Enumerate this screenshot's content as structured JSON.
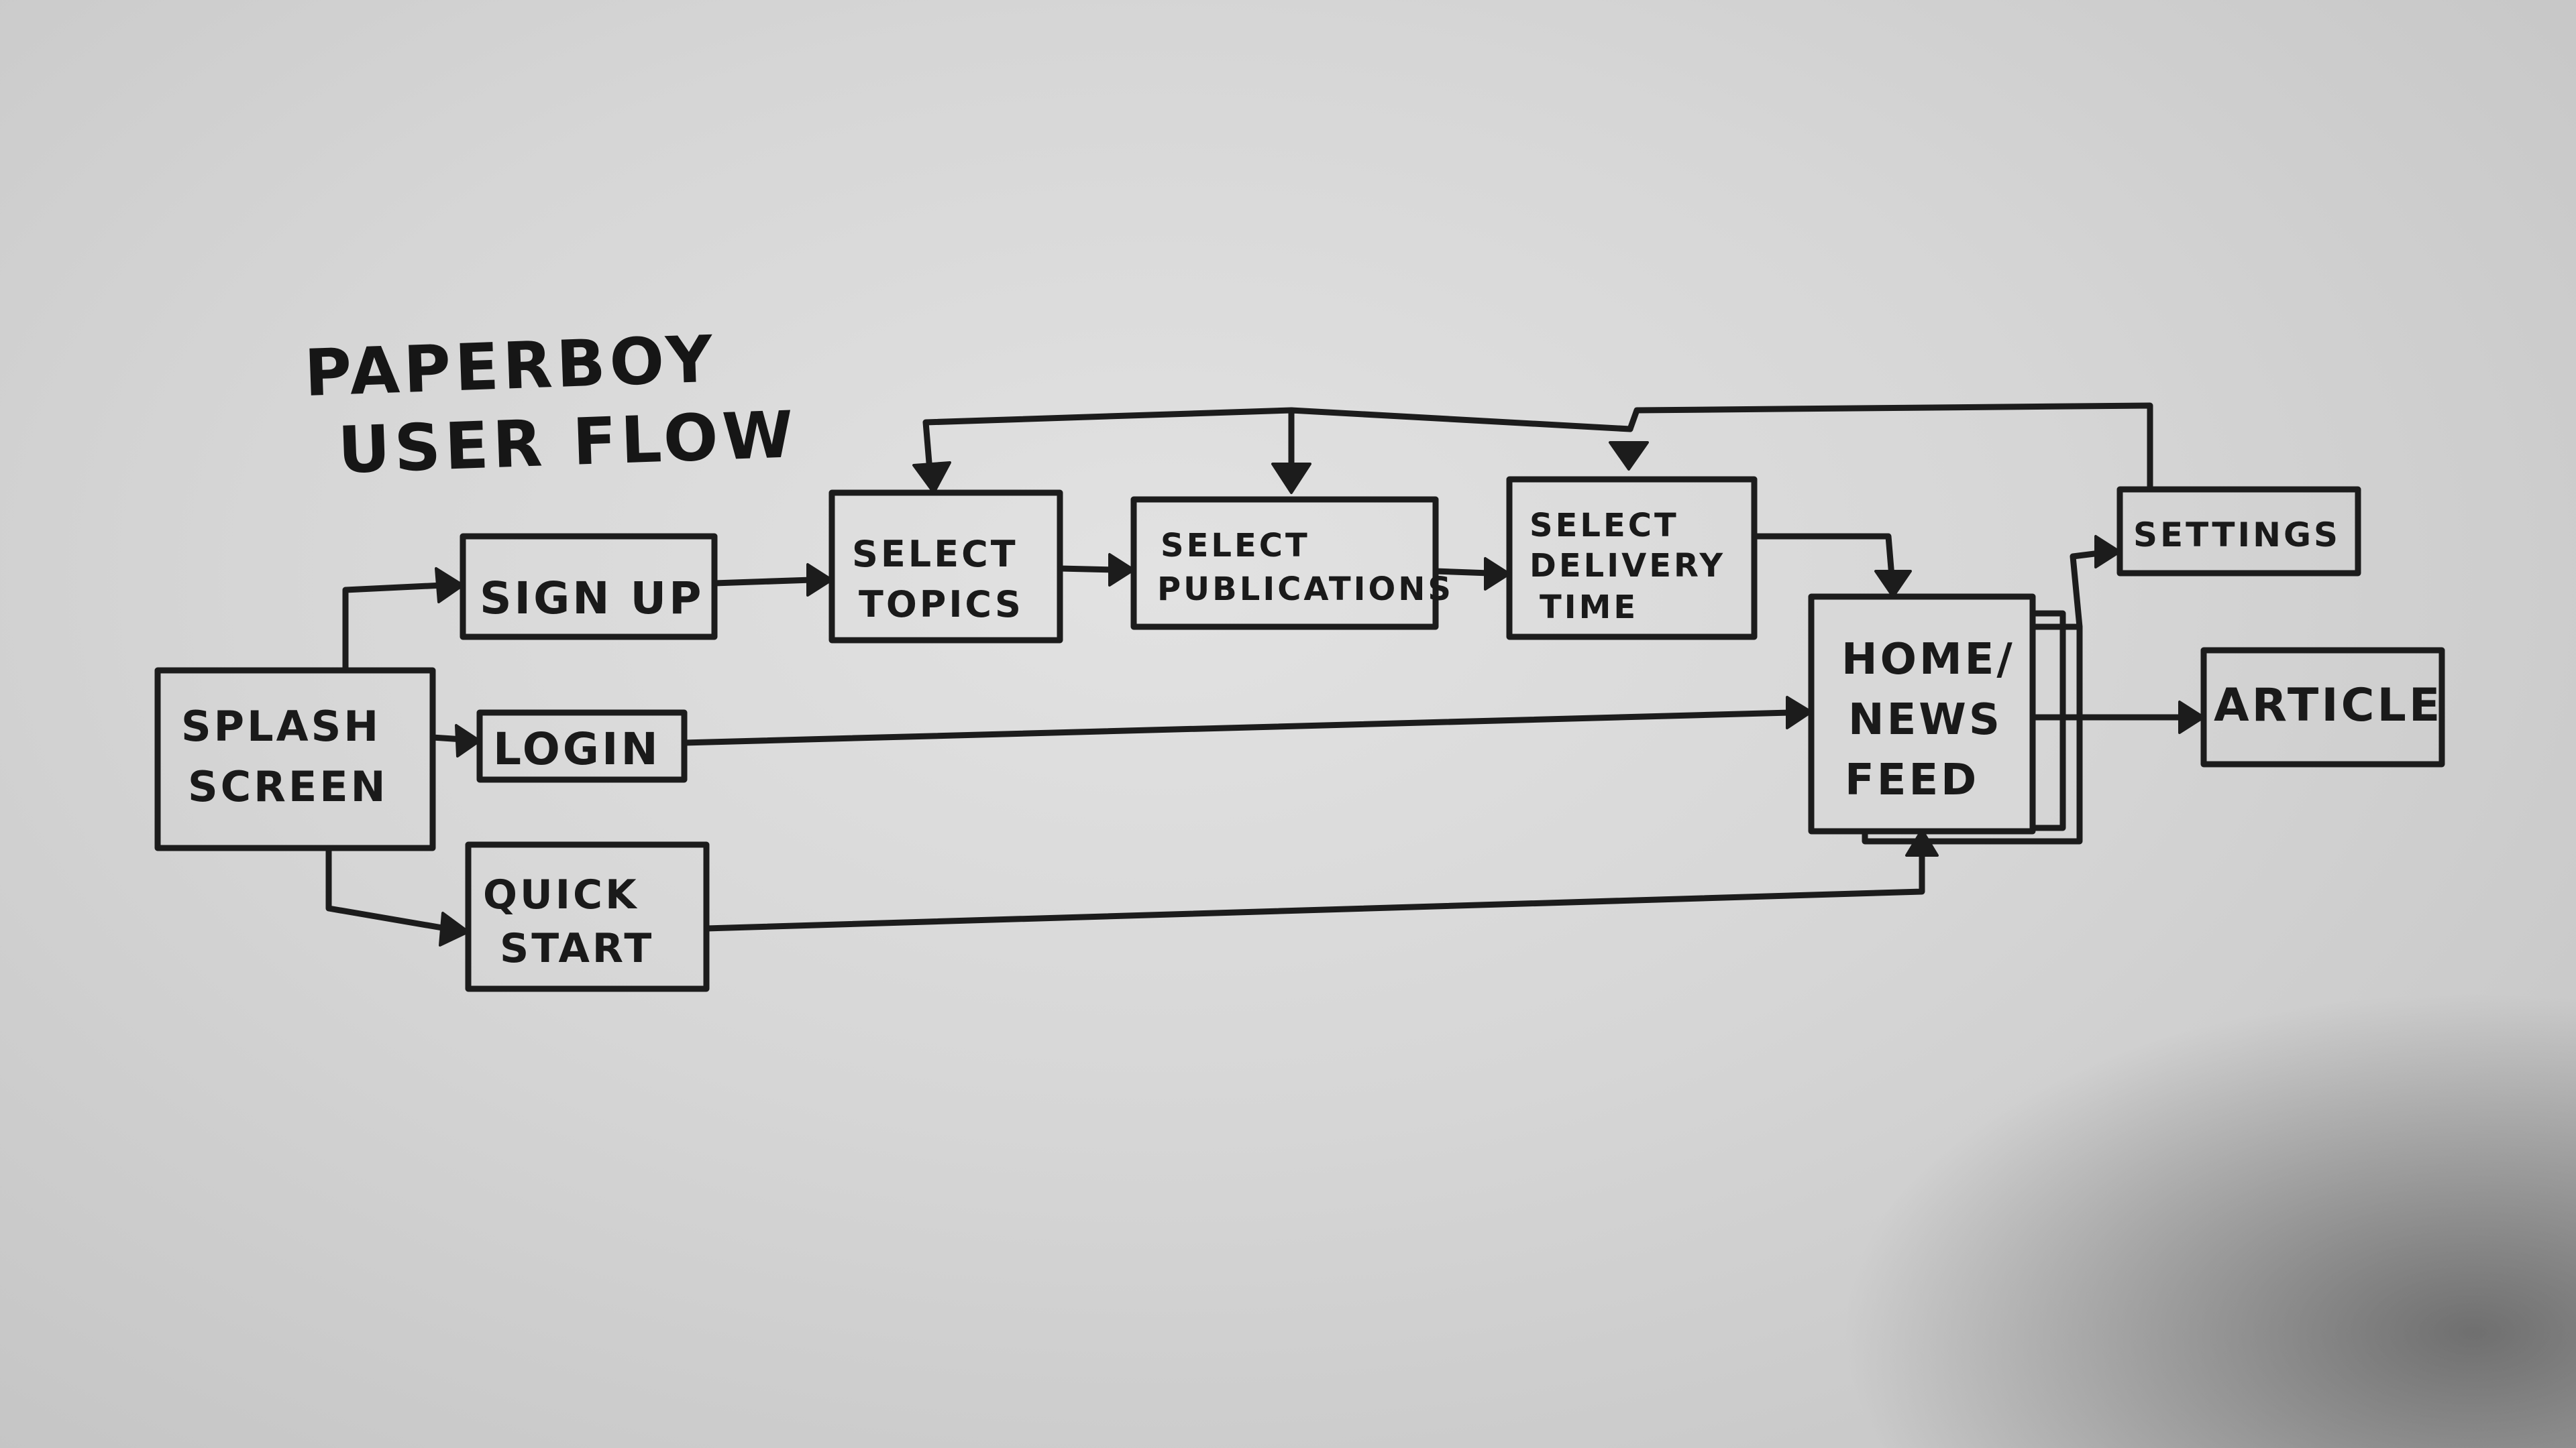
{
  "title": {
    "line1": "PAPERBOY",
    "line2": "USER FLOW"
  },
  "nodes": {
    "splash": [
      "SPLASH",
      "SCREEN"
    ],
    "signup": [
      "SIGN UP"
    ],
    "login": [
      "LOGIN"
    ],
    "quickstart": [
      "QUICK",
      "START"
    ],
    "topics": [
      "SELECT",
      "TOPICS"
    ],
    "publications": [
      "SELECT",
      "PUBLICATIONS"
    ],
    "delivery": [
      "SELECT",
      "DELIVERY",
      "TIME"
    ],
    "home": [
      "HOME/",
      "NEWS",
      "FEED"
    ],
    "settings": [
      "SETTINGS"
    ],
    "article": [
      "ARTICLE"
    ]
  },
  "colors": {
    "ink": "#1c1c1c",
    "board": "#dadada"
  }
}
